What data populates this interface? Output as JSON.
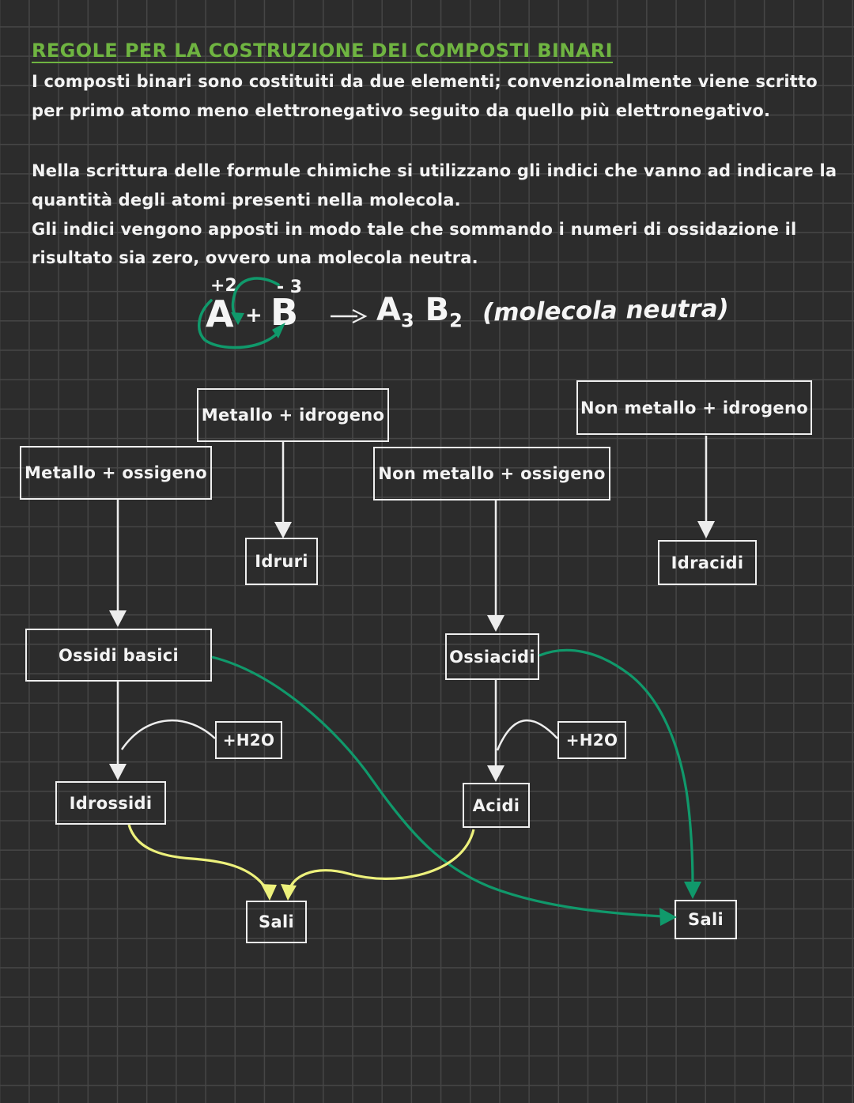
{
  "page": {
    "title": "REGOLE PER LA COSTRUZIONE DEI COMPOSTI BINARI",
    "paragraph1": [
      "I composti binari sono costituiti da due elementi; convenzionalmente viene scritto",
      "per primo atomo meno elettronegativo seguito da quello più elettronegativo."
    ],
    "paragraph2": [
      "Nella scrittura delle formule chimiche si utilizzano gli indici che vanno ad indicare la",
      "quantità degli atomi presenti nella molecola.",
      "Gli indici vengono apposti in modo tale che sommando i numeri di ossidazione il",
      "risultato sia zero, ovvero una molecola neutra."
    ]
  },
  "formula": {
    "charge_a": "+2",
    "charge_b": "- 3",
    "element_a": "A",
    "plus": "+",
    "element_b": "B",
    "result_a": "A",
    "result_a_sub": "3",
    "result_b": "B",
    "result_b_sub": "2",
    "note": "(molecola neutra)"
  },
  "flowchart": {
    "boxes": {
      "metallo_idrogeno": "Metallo + idrogeno",
      "non_metallo_idrogeno": "Non metallo + idrogeno",
      "metallo_ossigeno": "Metallo + ossigeno",
      "non_metallo_ossigeno": "Non metallo + ossigeno",
      "idruri": "Idruri",
      "idracidi": "Idracidi",
      "ossidi_basici": "Ossidi basici",
      "ossiacidi": "Ossiacidi",
      "h2o_left": "+H2O",
      "h2o_right": "+H2O",
      "idrossidi": "Idrossidi",
      "acidi": "Acidi",
      "sali_left": "Sali",
      "sali_right": "Sali"
    }
  },
  "colors": {
    "background": "#2c2c2c",
    "grid_line": "#464646",
    "text_white": "#f3f3f3",
    "title_green": "#6fb441",
    "marker_green": "#10996b",
    "marker_yellow": "#edf17c"
  }
}
